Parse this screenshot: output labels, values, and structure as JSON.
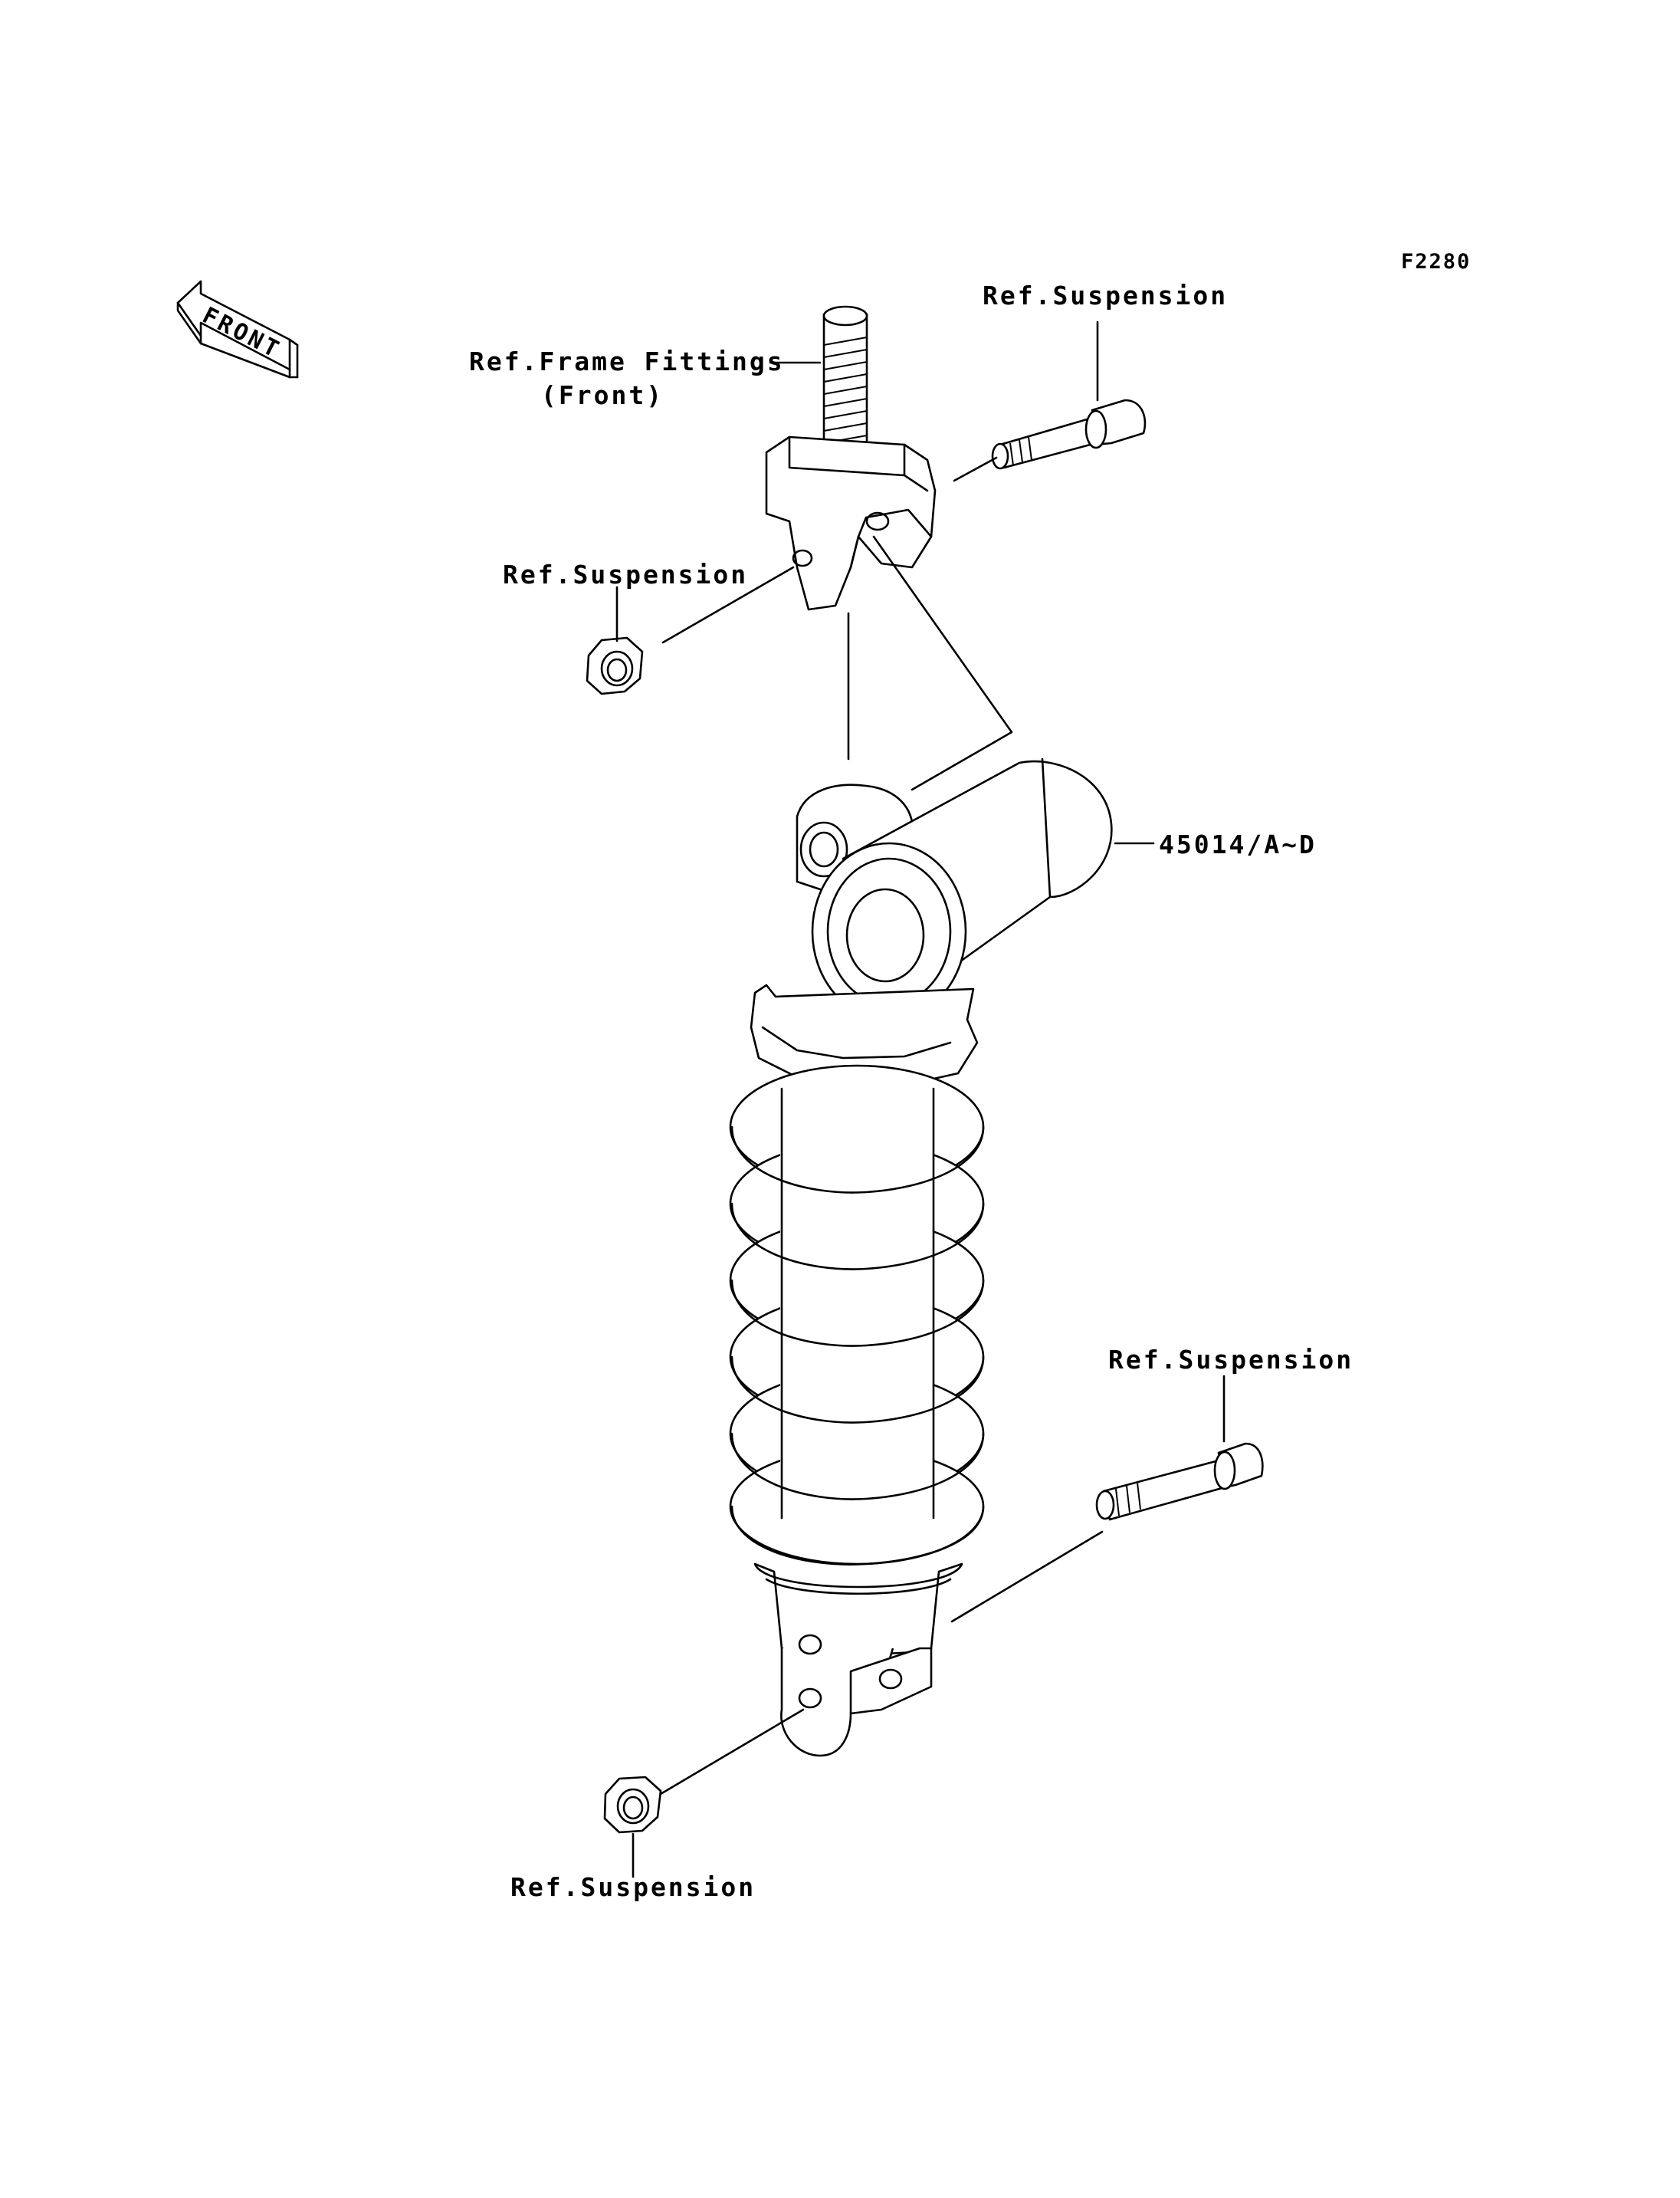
{
  "diagram_code": "F2280",
  "front_marker": "FRONT",
  "labels": {
    "frame_fittings_line1": "Ref.Frame Fittings",
    "frame_fittings_line2": "(Front)",
    "top_bolt": "Ref.Suspension",
    "top_nut": "Ref.Suspension",
    "part_number": "45014/A~D",
    "bottom_bolt": "Ref.Suspension",
    "bottom_nut": "Ref.Suspension"
  }
}
